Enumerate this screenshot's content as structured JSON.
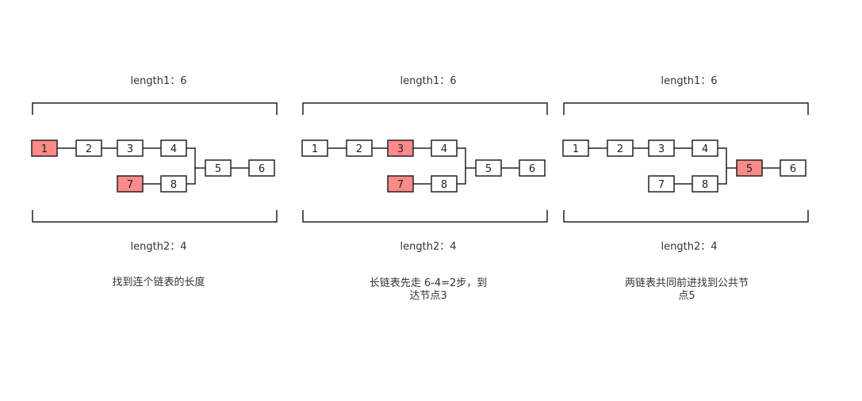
{
  "colors": {
    "highlight": "#ff8a8a",
    "stroke": "#222222",
    "text": "#333333"
  },
  "panels": [
    {
      "length1": "length1：6",
      "length2": "length2：4",
      "caption": [
        "找到连个链表的长度"
      ],
      "nodes": [
        {
          "label": "1",
          "highlighted": true
        },
        {
          "label": "2",
          "highlighted": false
        },
        {
          "label": "3",
          "highlighted": false
        },
        {
          "label": "4",
          "highlighted": false
        },
        {
          "label": "5",
          "highlighted": false
        },
        {
          "label": "6",
          "highlighted": false
        },
        {
          "label": "7",
          "highlighted": true
        },
        {
          "label": "8",
          "highlighted": false
        }
      ]
    },
    {
      "length1": "length1：6",
      "length2": "length2：4",
      "caption": [
        "长链表先走 6-4=2步，到",
        "达节点3"
      ],
      "nodes": [
        {
          "label": "1",
          "highlighted": false
        },
        {
          "label": "2",
          "highlighted": false
        },
        {
          "label": "3",
          "highlighted": true
        },
        {
          "label": "4",
          "highlighted": false
        },
        {
          "label": "5",
          "highlighted": false
        },
        {
          "label": "6",
          "highlighted": false
        },
        {
          "label": "7",
          "highlighted": true
        },
        {
          "label": "8",
          "highlighted": false
        }
      ]
    },
    {
      "length1": "length1：6",
      "length2": "length2：4",
      "caption": [
        "两链表共同前进找到公共节",
        "点5"
      ],
      "nodes": [
        {
          "label": "1",
          "highlighted": false
        },
        {
          "label": "2",
          "highlighted": false
        },
        {
          "label": "3",
          "highlighted": false
        },
        {
          "label": "4",
          "highlighted": false
        },
        {
          "label": "5",
          "highlighted": true
        },
        {
          "label": "6",
          "highlighted": false
        },
        {
          "label": "7",
          "highlighted": false
        },
        {
          "label": "8",
          "highlighted": false
        }
      ]
    }
  ]
}
